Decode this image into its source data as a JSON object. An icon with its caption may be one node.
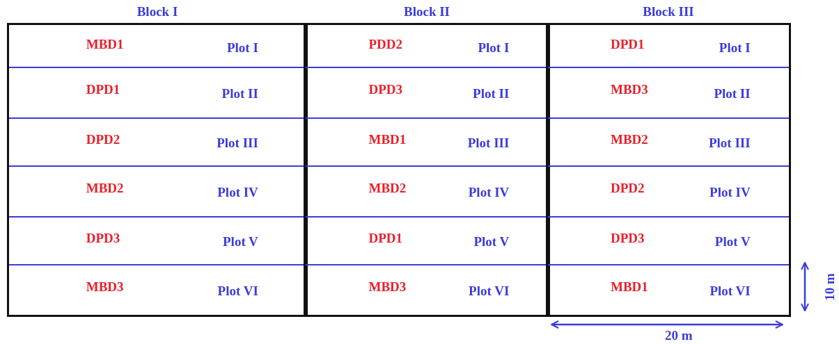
{
  "diagram": {
    "nodes": [
      {
        "text": [
          "Block I"
        ]
      },
      {
        "text": [
          "MBD1",
          "Plot I"
        ],
        "in": 0
      },
      {
        "text": [
          "DPD1",
          "Plot II"
        ],
        "in": 0
      },
      {
        "text": [
          "DPD2",
          "Plot III"
        ],
        "in": 0
      },
      {
        "text": [
          "MBD2",
          "Plot IV"
        ],
        "in": 0
      },
      {
        "text": [
          "DPD3",
          "Plot V"
        ],
        "in": 0
      },
      {
        "text": [
          "MBD3",
          "Plot VI"
        ],
        "in": 0
      },
      {
        "text": [
          "Block II"
        ]
      },
      {
        "text": [
          "PDD2",
          "Plot I"
        ],
        "in": 7
      },
      {
        "text": [
          "DPD3",
          "Plot II"
        ],
        "in": 7
      },
      {
        "text": [
          "MBD1",
          "Plot III"
        ],
        "in": 7
      },
      {
        "text": [
          "MBD2",
          "Plot IV"
        ],
        "in": 7
      },
      {
        "text": [
          "DPD1",
          "Plot V"
        ],
        "in": 7
      },
      {
        "text": [
          "MBD3",
          "Plot VI"
        ],
        "in": 7
      },
      {
        "text": [
          "Block III"
        ]
      },
      {
        "text": [
          "DPD1",
          "Plot I"
        ],
        "in": 14
      },
      {
        "text": [
          "MBD3",
          "Plot II"
        ],
        "in": 14
      },
      {
        "text": [
          "MBD2",
          "Plot III"
        ],
        "in": 14
      },
      {
        "text": [
          "DPD2",
          "Plot IV"
        ],
        "in": 14
      },
      {
        "text": [
          "DPD3",
          "Plot V"
        ],
        "in": 14
      },
      {
        "text": [
          "MBD1",
          "Plot VI"
        ],
        "in": 14
      }
    ],
    "labels": [
      "10 m",
      "20 m"
    ]
  }
}
